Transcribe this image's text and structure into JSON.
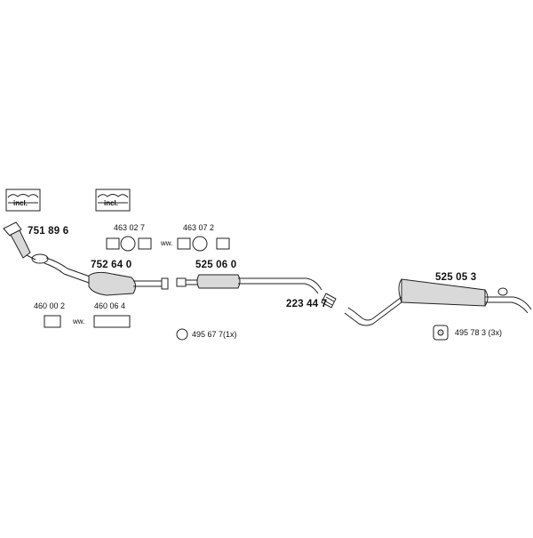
{
  "parts": {
    "manifold": "751 89 6",
    "catalyst": "752 64 0",
    "middle_silencer": "525 06 0",
    "clamp_223": "223 44 7",
    "rear_silencer": "525 05 3",
    "fit_463027": "463 02 7",
    "fit_463072": "463 07 2",
    "fit_460002": "460 00 2",
    "fit_460064": "460 06 4",
    "clamp_495677": "495 67 7(1x)",
    "mount_495783": "495 78 3 (3x)"
  },
  "labels": {
    "incl": "incl.",
    "ww": "ww."
  },
  "icons": {
    "included_kit": "included-kit-icon",
    "clamp": "clamp-ring-icon",
    "rubber_mount": "rubber-mount-icon"
  }
}
